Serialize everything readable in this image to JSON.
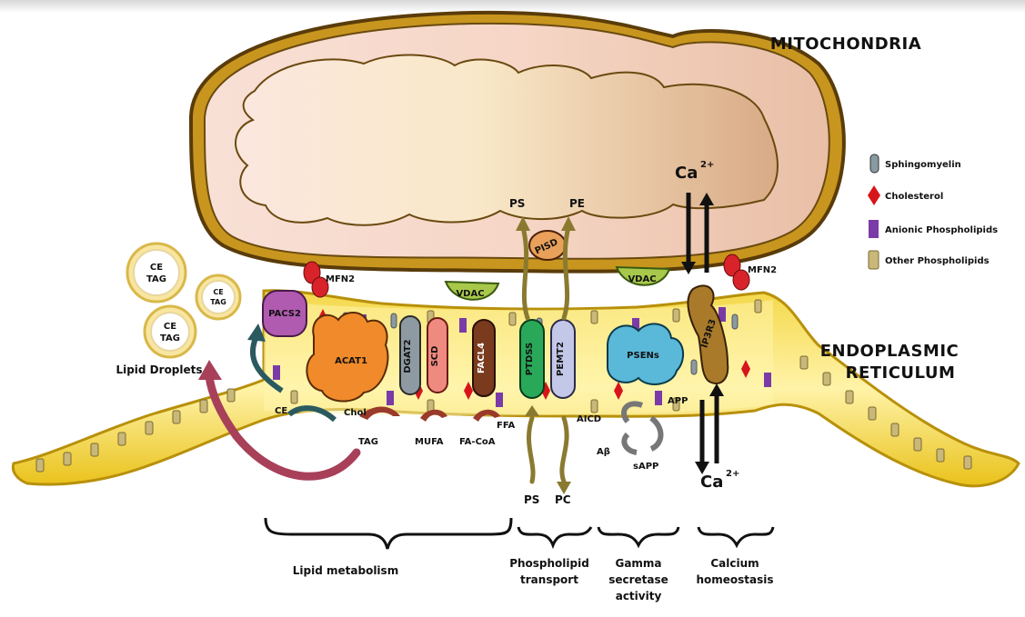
{
  "organelles": {
    "mitochondria": "MITOCHONDRIA",
    "er_line1": "ENDOPLASMIC",
    "er_line2": "RETICULUM"
  },
  "legend": [
    {
      "label": "Sphingomyelin",
      "icon": "sphingomyelin-icon",
      "color": "#8a9aa3"
    },
    {
      "label": "Cholesterol",
      "icon": "cholesterol-icon",
      "color": "#d8141b"
    },
    {
      "label": "Anionic Phospholipids",
      "icon": "anionic-phospholipid-icon",
      "color": "#7a3aa8"
    },
    {
      "label": "Other Phospholipids",
      "icon": "other-phospholipid-icon",
      "color": "#c9b87a"
    }
  ],
  "droplets": {
    "item_line1": "CE",
    "item_line2": "TAG",
    "caption": "Lipid Droplets"
  },
  "proteins": {
    "mfn2_left": "MFN2",
    "mfn2_right": "MFN2",
    "vdac_left": "VDAC",
    "vdac_right": "VDAC",
    "pacs2": "PACS2",
    "acat1": "ACAT1",
    "dgat2": "DGAT2",
    "scd": "SCD",
    "facl4": "FACL4",
    "ptdss": "PTDSS",
    "pemt2": "PEMT2",
    "psens": "PSENs",
    "ip3r3": "IP3R3",
    "pisd": "PISD"
  },
  "metabolites": {
    "ps_mito": "PS",
    "pe_mito": "PE",
    "ce": "CE",
    "chol": "Chol",
    "tag": "TAG",
    "mufa": "MUFA",
    "fa_coa": "FA-CoA",
    "ffa": "FFA",
    "ps_er": "PS",
    "pc_er": "PC",
    "aicd": "AICD",
    "app": "APP",
    "abeta": "Aβ",
    "sapp": "sAPP",
    "ca_top": "Ca",
    "ca_top_sup": "2+",
    "ca_bottom": "Ca",
    "ca_bottom_sup": "2+"
  },
  "functions": [
    {
      "line1": "Lipid metabolism",
      "line2": "",
      "line3": ""
    },
    {
      "line1": "Phospholipid",
      "line2": "transport",
      "line3": ""
    },
    {
      "line1": "Gamma",
      "line2": "secretase",
      "line3": "activity"
    },
    {
      "line1": "Calcium",
      "line2": "homeostasis",
      "line3": ""
    }
  ],
  "colors": {
    "er_fill": "#f5d21e",
    "mito_outer": "#c8961e",
    "mito_inner": "#f2d3c4",
    "mfn2": "#d8232a",
    "vdac": "#a7c84a",
    "pacs2": "#b05ab0",
    "acat1": "#f08a2a",
    "dgat2": "#8e9aa2",
    "scd": "#ef8a80",
    "facl4": "#7a3a1e",
    "ptdss": "#2aa85a",
    "pemt2": "#c4c8e8",
    "psens": "#5ab8d8",
    "ip3r3": "#a97a2a"
  }
}
